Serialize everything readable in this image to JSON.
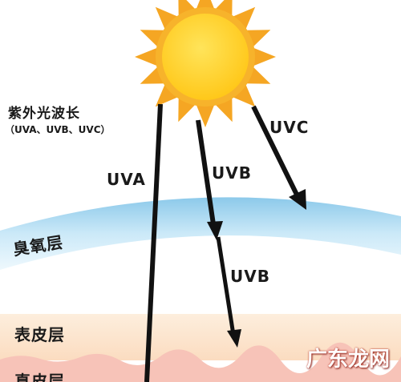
{
  "title": "紫外光波长",
  "subtitle": "（UVA、UVB、UVC）",
  "rays": {
    "uva": "UVA",
    "uvb_upper": "UVB",
    "uvb_lower": "UVB",
    "uvc": "UVC"
  },
  "layers": {
    "ozone": "臭氧层",
    "epidermis": "表皮层",
    "dermis": "真皮层"
  },
  "watermark": "广东龙网",
  "colors": {
    "sun_rays": "#f5a623",
    "sun_core": "#ffd21f",
    "ozone_band": "#a9d8f0",
    "epidermis": "#fbe2c8",
    "dermis": "#f8c6bd",
    "arrows": "#111111"
  }
}
